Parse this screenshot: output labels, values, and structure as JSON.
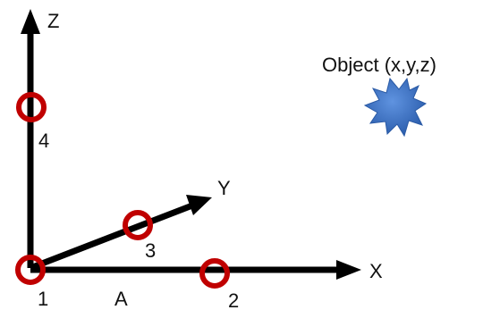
{
  "axes": {
    "z_label": "Z",
    "y_label": "Y",
    "x_label": "X"
  },
  "markers": [
    {
      "label": "1"
    },
    {
      "label": "2"
    },
    {
      "label": "3"
    },
    {
      "label": "4"
    }
  ],
  "segment_label": "A",
  "object": {
    "label": "Object (x,y,z)",
    "icon": "starburst-icon"
  },
  "colors": {
    "axis": "#000000",
    "marker": "#c00000",
    "object": "#3a6fc4"
  }
}
